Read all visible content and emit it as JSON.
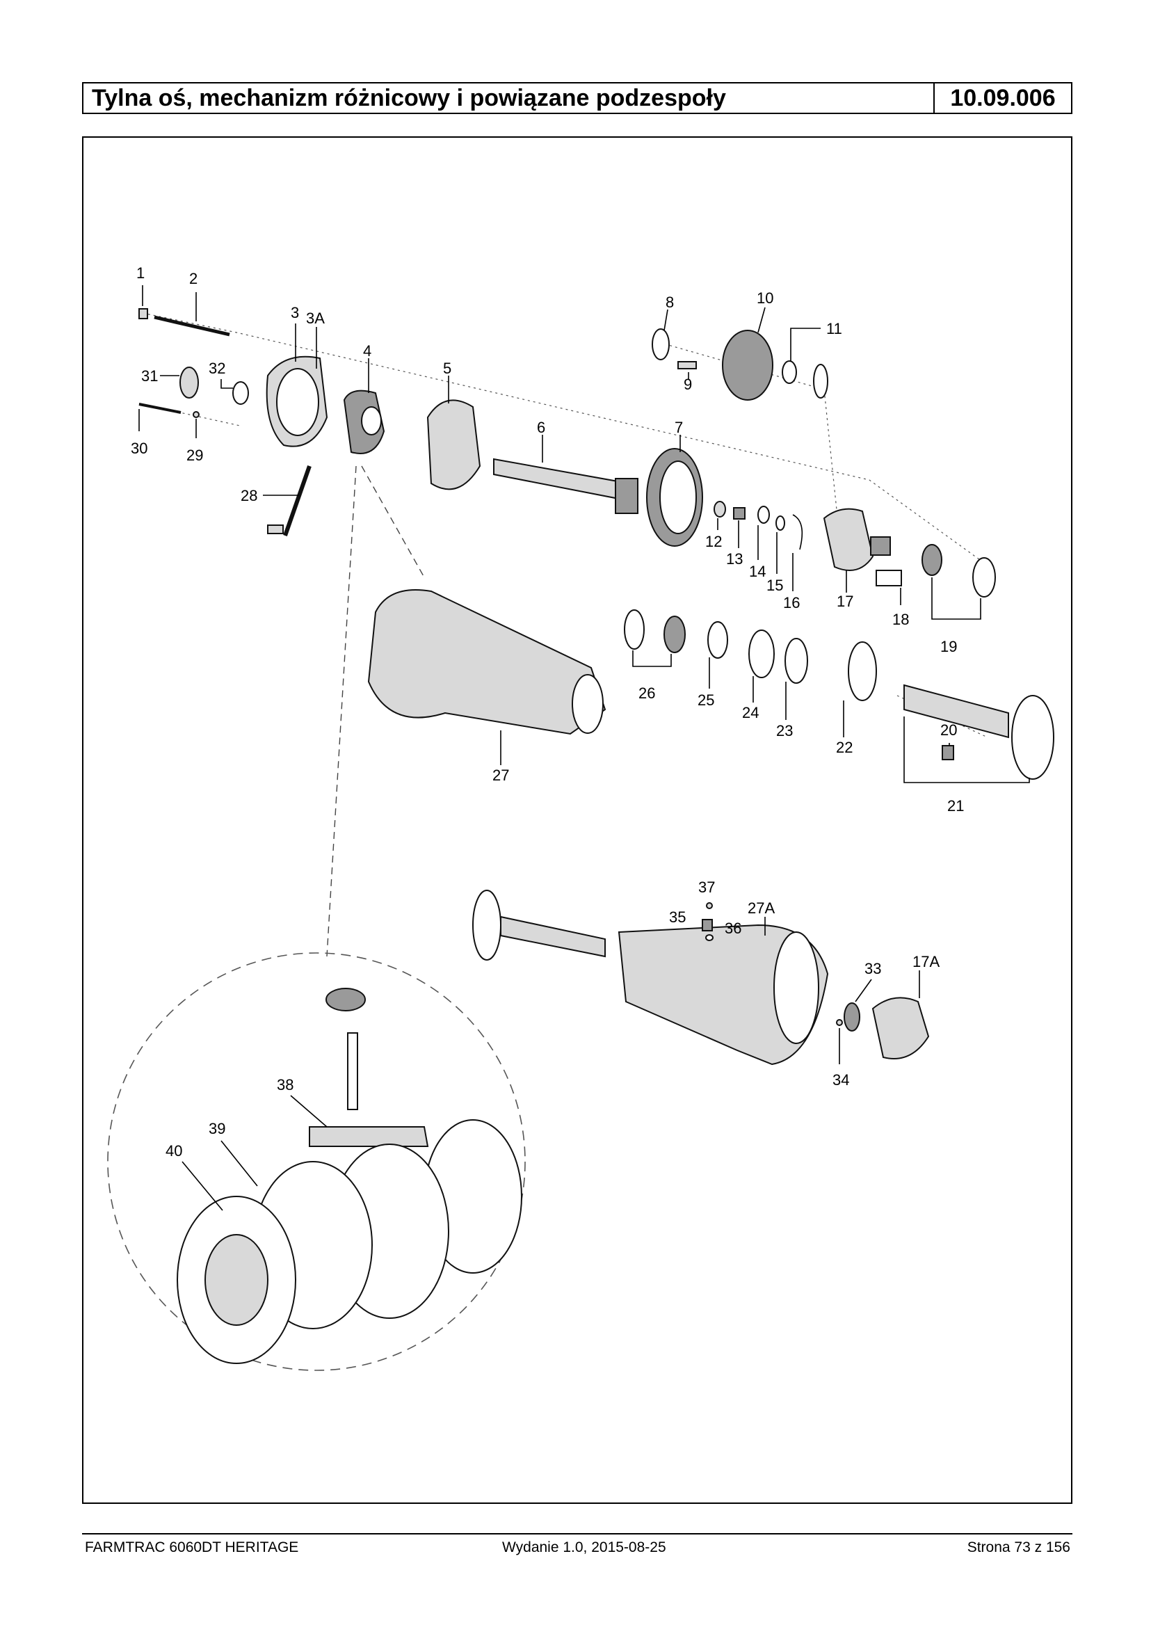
{
  "header": {
    "title": "Tylna oś, mechanizm różnicowy i powiązane podzespoły",
    "code": "10.09.006"
  },
  "callouts": [
    "1",
    "2",
    "3",
    "3A",
    "4",
    "5",
    "6",
    "7",
    "8",
    "9",
    "10",
    "11",
    "12",
    "13",
    "14",
    "15",
    "16",
    "17",
    "17A",
    "18",
    "19",
    "20",
    "21",
    "22",
    "23",
    "24",
    "25",
    "26",
    "27",
    "27A",
    "28",
    "29",
    "30",
    "31",
    "32",
    "33",
    "34",
    "35",
    "36",
    "37",
    "38",
    "39",
    "40"
  ],
  "footer": {
    "model": "FARMTRAC 6060DT HERITAGE",
    "edition": "Wydanie 1.0,  2015-08-25",
    "page": "Strona 73 z 156"
  }
}
